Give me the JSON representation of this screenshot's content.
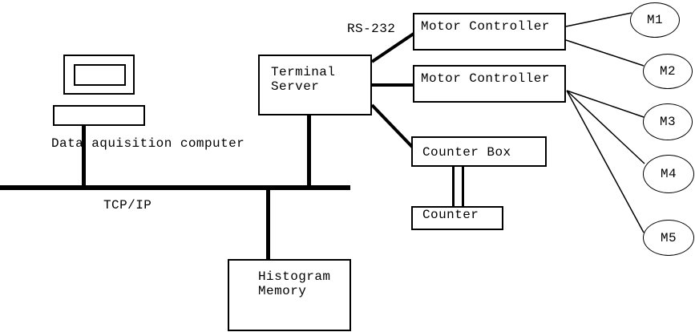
{
  "nodes": {
    "terminal_server": "Terminal\nServer",
    "motor_controller_1": "Motor Controller",
    "motor_controller_2": "Motor Controller",
    "counter_box": "Counter Box",
    "counter": "Counter",
    "histogram_memory": "Histogram\nMemory",
    "motors": [
      "M1",
      "M2",
      "M3",
      "M4",
      "M5"
    ]
  },
  "labels": {
    "computer": "Data aquisition computer",
    "bus": "TCP/IP",
    "serial": "RS-232"
  },
  "colors": {
    "background": "#ffffff",
    "line": "#000000",
    "text": "#000000"
  }
}
